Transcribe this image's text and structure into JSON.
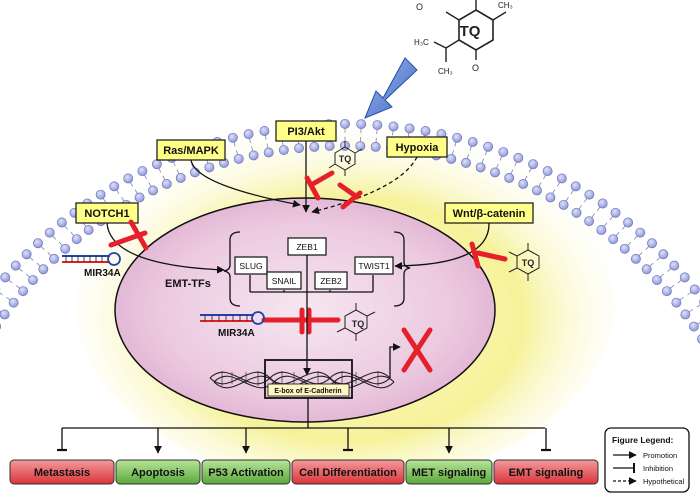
{
  "drug": {
    "name": "TQ"
  },
  "pathways": {
    "ras_mapk": "Ras/MAPK",
    "pi3_akt": "PI3/Akt",
    "hypoxia": "Hypoxia",
    "notch1": "NOTCH1",
    "wnt": "Wnt/β-catenin"
  },
  "mirna": {
    "outer": "MIR34A",
    "inner": "MIR34A"
  },
  "emt": {
    "label": "EMT-TFs",
    "factors": [
      "ZEB1",
      "SLUG",
      "SNAIL",
      "ZEB2",
      "TWIST1"
    ]
  },
  "ebox": {
    "label": "E-box of E-Cadherin"
  },
  "outcomes": [
    {
      "label": "Metastasis",
      "color": "#e8474c",
      "effect": "inhibition"
    },
    {
      "label": "Apoptosis",
      "color": "#6ab844",
      "effect": "promotion"
    },
    {
      "label": "P53 Activation",
      "color": "#6ab844",
      "effect": "promotion"
    },
    {
      "label": "Cell Differentiation",
      "color": "#e8474c",
      "effect": "inhibition"
    },
    {
      "label": "MET signaling",
      "color": "#6ab844",
      "effect": "promotion"
    },
    {
      "label": "EMT signaling",
      "color": "#e8474c",
      "effect": "inhibition"
    }
  ],
  "legend": {
    "title": "Figure Legend:",
    "items": [
      "Promotion",
      "Inhibition",
      "Hypothetical"
    ]
  },
  "colors": {
    "membrane_head": "#9fa6e0",
    "pathway_box": "#ffff88",
    "inhibit": "#e5202a",
    "promote_green": "#6ab844",
    "inhibit_red": "#e8474c"
  }
}
